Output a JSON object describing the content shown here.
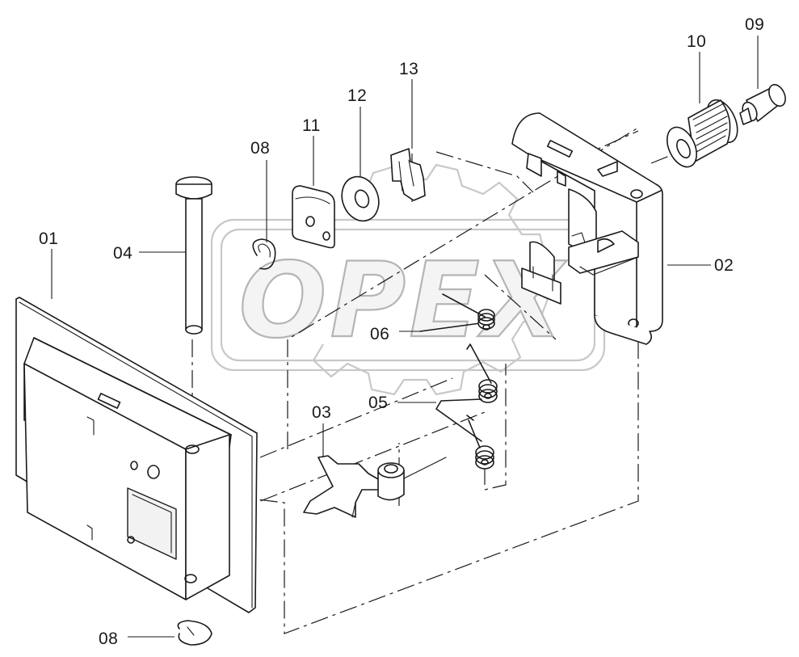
{
  "watermark": {
    "text": "OPEX"
  },
  "parts": [
    {
      "id": "p01",
      "label": "01"
    },
    {
      "id": "p02",
      "label": "02"
    },
    {
      "id": "p03",
      "label": "03"
    },
    {
      "id": "p04",
      "label": "04"
    },
    {
      "id": "p05",
      "label": "05"
    },
    {
      "id": "p06",
      "label": "06"
    },
    {
      "id": "p08a",
      "label": "08"
    },
    {
      "id": "p08b",
      "label": "08"
    },
    {
      "id": "p09",
      "label": "09"
    },
    {
      "id": "p10",
      "label": "10"
    },
    {
      "id": "p11",
      "label": "11"
    },
    {
      "id": "p12",
      "label": "12"
    },
    {
      "id": "p13",
      "label": "13"
    }
  ]
}
